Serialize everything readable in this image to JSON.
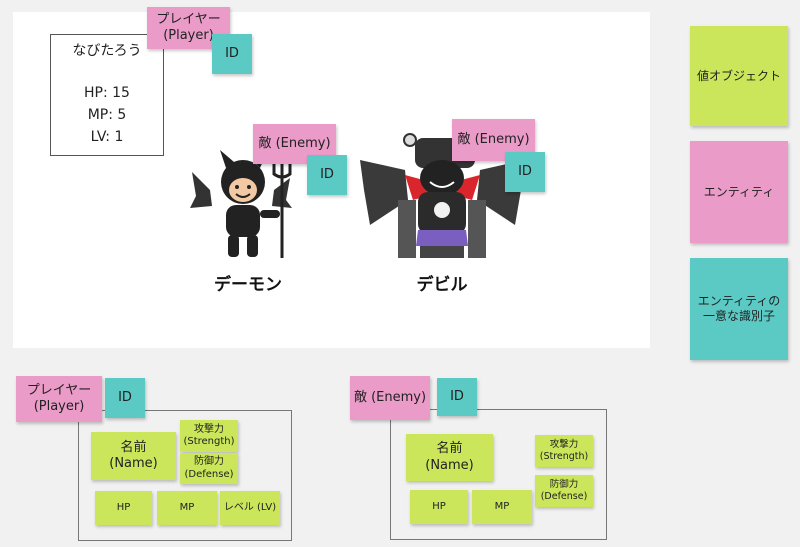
{
  "player_status": {
    "name": "なびたろう",
    "hp": "HP: 15",
    "mp": "MP: 5",
    "lv": "LV: 1"
  },
  "board_notes": {
    "player": "プレイヤー\n(Player)",
    "player_id": "ID",
    "enemy1": "敵 (Enemy)",
    "enemy1_id": "ID",
    "enemy2": "敵 (Enemy)",
    "enemy2_id": "ID"
  },
  "characters": {
    "demon_name": "デーモン",
    "devil_name": "デビル"
  },
  "legend": {
    "value_object": "値オブジェクト",
    "entity": "エンティティ",
    "identifier": "エンティティの\n一意な識別子"
  },
  "player_model": {
    "title": "プレイヤー\n(Player)",
    "id": "ID",
    "name": "名前\n(Name)",
    "strength": "攻撃力\n(Strength)",
    "defense": "防御力\n(Defense)",
    "hp": "HP",
    "mp": "MP",
    "level": "レベル (LV)"
  },
  "enemy_model": {
    "title": "敵 (Enemy)",
    "id": "ID",
    "name": "名前\n(Name)",
    "strength": "攻撃力\n(Strength)",
    "defense": "防御力\n(Defense)",
    "hp": "HP",
    "mp": "MP"
  },
  "colors": {
    "value_object": "#cbe65a",
    "entity": "#ea9bc8",
    "identifier": "#5ccac4"
  }
}
